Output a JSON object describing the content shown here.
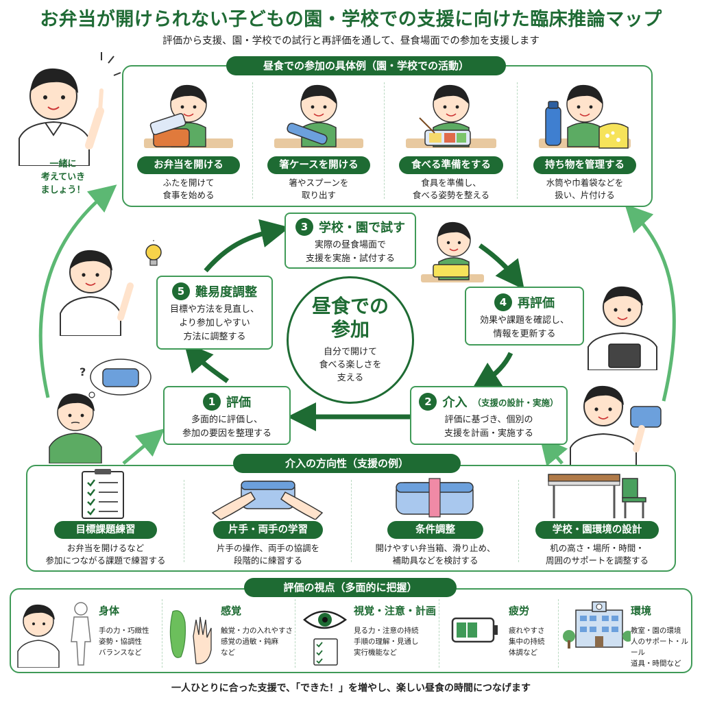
{
  "header": {
    "title": "お弁当が開けられない子どもの園・学校での支援に向けた臨床推論マップ",
    "subtitle": "評価から支援、園・学校での試行と再評価を通して、昼食場面での参加を支援します"
  },
  "speech": {
    "line1": "一緒に",
    "line2": "考えていき",
    "line3": "ましょう！"
  },
  "activities": {
    "band": "昼食での参加の具体例（園・学校での活動）",
    "items": [
      {
        "label": "お弁当を開ける",
        "desc1": "ふたを開けて",
        "desc2": "食事を始める"
      },
      {
        "label": "箸ケースを開ける",
        "desc1": "箸やスプーンを",
        "desc2": "取り出す"
      },
      {
        "label": "食べる準備をする",
        "desc1": "食具を準備し、",
        "desc2": "食べる姿勢を整える"
      },
      {
        "label": "持ち物を管理する",
        "desc1": "水筒や巾着袋などを",
        "desc2": "扱い、片付ける"
      }
    ]
  },
  "center": {
    "title1": "昼食での",
    "title2": "参加",
    "desc1": "自分で開けて",
    "desc2": "食べる楽しさを",
    "desc3": "支える"
  },
  "cycle": [
    {
      "num": "1",
      "title": "評価",
      "desc1": "多面的に評価し、",
      "desc2": "参加の要因を整理する"
    },
    {
      "num": "2",
      "title": "介入",
      "title_sub": "（支援の設計・実施）",
      "desc1": "評価に基づき、個別の",
      "desc2": "支援を計画・実施する"
    },
    {
      "num": "3",
      "title": "学校・園で試す",
      "desc1": "実際の昼食場面で",
      "desc2": "支援を実施・試付する"
    },
    {
      "num": "4",
      "title": "再評価",
      "desc1": "効果や課題を確認し、",
      "desc2": "情報を更新する"
    },
    {
      "num": "5",
      "title": "難易度調整",
      "desc1": "目標や方法を見直し、",
      "desc2": "より参加しやすい",
      "desc3": "方法に調整する"
    }
  ],
  "interventions": {
    "band": "介入の方向性（支援の例）",
    "items": [
      {
        "label": "目標課題練習",
        "desc1": "お弁当を開けるなど",
        "desc2": "参加につながる課題で練習する"
      },
      {
        "label": "片手・両手の学習",
        "desc1": "片手の操作、両手の協調を",
        "desc2": "段階的に練習する"
      },
      {
        "label": "条件調整",
        "desc1": "開けやすい弁当箱、滑り止め、",
        "desc2": "補助具などを検討する"
      },
      {
        "label": "学校・園環境の設計",
        "desc1": "机の高さ・場所・時間・",
        "desc2": "周囲のサポートを調整する"
      }
    ]
  },
  "viewpoints": {
    "band": "評価の視点（多面的に把握）",
    "items": [
      {
        "title": "身体",
        "l1": "手の力・巧緻性",
        "l2": "姿勢・協調性",
        "l3": "バランスなど"
      },
      {
        "title": "感覚",
        "l1": "触覚・力の入れやすさ",
        "l2": "感覚の過敏・鈍麻",
        "l3": "など"
      },
      {
        "title": "視覚・注意・計画",
        "l1": "見る力・注意の持続",
        "l2": "手順の理解・見通し",
        "l3": "実行機能など"
      },
      {
        "title": "疲労",
        "l1": "疲れやすさ",
        "l2": "集中の持続",
        "l3": "体調など"
      },
      {
        "title": "環境",
        "l1": "教室・園の環境",
        "l2": "人のサポート・ルール",
        "l3": "道具・時間など"
      }
    ]
  },
  "footer": "一人ひとりに合った支援で、「できた！」を増やし、楽しい昼食の時間につなげます",
  "colors": {
    "primary": "#1e6b33",
    "accent": "#3f9a57",
    "arrow": "#5cb873",
    "shirt": "#5cab63",
    "box": "#6ca0dc"
  }
}
